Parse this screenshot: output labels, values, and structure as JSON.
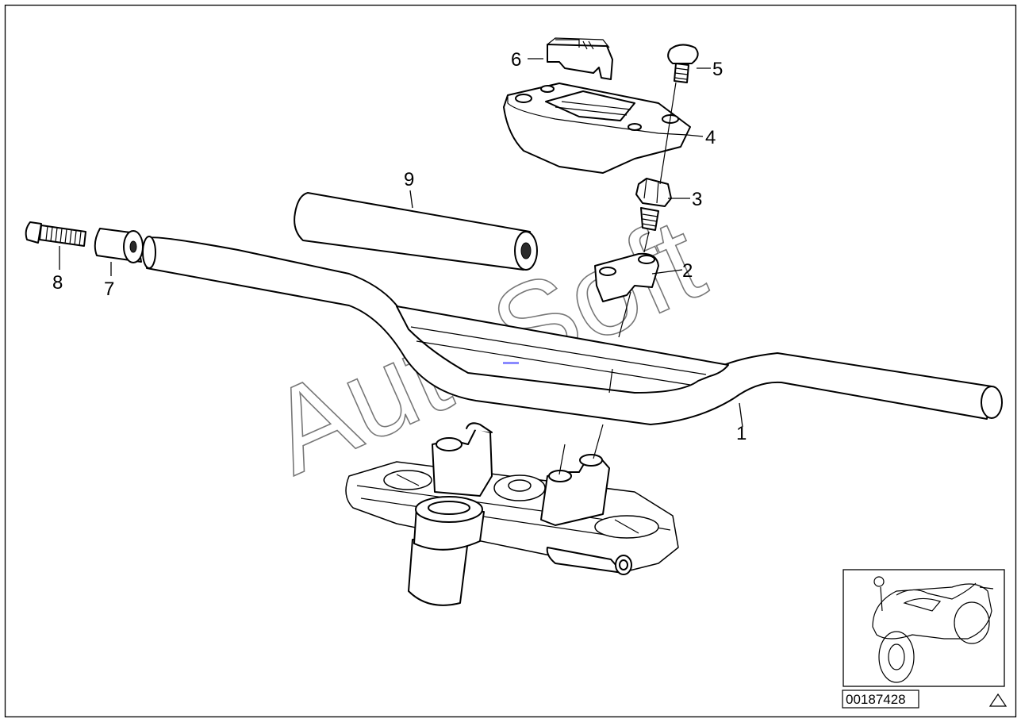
{
  "diagram": {
    "watermark": "AutoSoft",
    "part_number": "00187428",
    "callouts": [
      {
        "id": "1",
        "label": "1"
      },
      {
        "id": "2",
        "label": "2"
      },
      {
        "id": "3",
        "label": "3"
      },
      {
        "id": "4",
        "label": "4"
      },
      {
        "id": "5",
        "label": "5"
      },
      {
        "id": "6",
        "label": "6"
      },
      {
        "id": "7",
        "label": "7"
      },
      {
        "id": "8",
        "label": "8"
      },
      {
        "id": "9",
        "label": "9"
      }
    ],
    "warning_icon": "triangle-icon"
  }
}
